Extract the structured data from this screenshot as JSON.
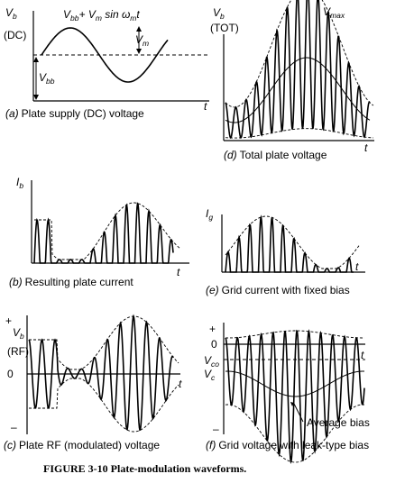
{
  "panels": {
    "a": {
      "y_label": "V",
      "y_label_sub": "b",
      "y_label2": "(DC)",
      "formula_a": "V",
      "formula_a_sub": "bb",
      "formula_b": "+ V",
      "formula_b_sub": "m",
      "formula_c": " sin ω",
      "formula_c_sub": "m",
      "formula_d": "t",
      "vm_label": "V",
      "vm_sub": "m",
      "vbb_label": "V",
      "vbb_sub": "bb",
      "t_label": "t",
      "caption_letter": "(a)",
      "caption": "Plate supply (DC) voltage"
    },
    "b": {
      "y_label": "I",
      "y_label_sub": "b",
      "t_label": "t",
      "caption_letter": "(b)",
      "caption": "Resulting plate current"
    },
    "c": {
      "plus": "+",
      "y_label": "V",
      "y_label_sub": "b",
      "y_label2": "(RF)",
      "zero": "0",
      "minus": "–",
      "t_label": "t",
      "caption_letter": "(c)",
      "caption": "Plate RF (modulated) voltage"
    },
    "d": {
      "y_label": "V",
      "y_label_sub": "b",
      "y_label2": "(TOT)",
      "vmax_label": "V",
      "vmax_sub": "max",
      "t_label": "t",
      "caption_letter": "(d)",
      "caption": "Total plate voltage"
    },
    "e": {
      "y_label": "I",
      "y_label_sub": "g",
      "t_label": "t",
      "caption_letter": "(e)",
      "caption": "Grid current with fixed bias"
    },
    "f": {
      "plus": "+",
      "zero": "0",
      "minus": "–",
      "vco_label": "V",
      "vco_sub": "co",
      "vc_label": "V",
      "vc_sub": "c",
      "t_label": "t",
      "avg_bias": "Average bias",
      "caption_letter": "(f)",
      "caption": "Grid voltage with leak-type bias"
    }
  },
  "figure_title": "FIGURE 3-10   Plate-modulation waveforms."
}
